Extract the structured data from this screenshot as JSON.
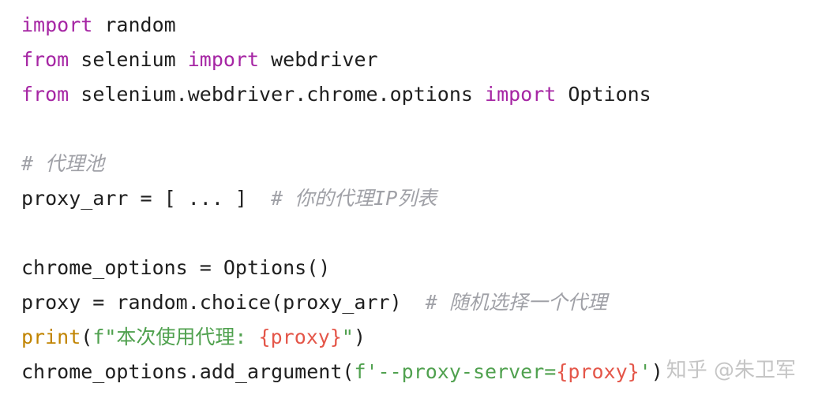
{
  "code": {
    "line1": {
      "kw": "import",
      "rest": " random"
    },
    "line2": {
      "kw1": "from",
      "mid": " selenium ",
      "kw2": "import",
      "rest": " webdriver"
    },
    "line3": {
      "kw1": "from",
      "mid": " selenium.webdriver.chrome.options ",
      "kw2": "import",
      "rest": " Options"
    },
    "line5": {
      "comment": "# 代理池"
    },
    "line6": {
      "code": "proxy_arr = [ ... ]  ",
      "comment": "# 你的代理IP列表"
    },
    "line8": {
      "code": "chrome_options = Options()"
    },
    "line9": {
      "code": "proxy = random.choice(proxy_arr)  ",
      "comment": "# 随机选择一个代理"
    },
    "line10": {
      "fn": "print",
      "open": "(",
      "str_start": "f\"本次使用代理: ",
      "interp": "{proxy}",
      "str_end": "\"",
      "close": ")"
    },
    "line11": {
      "code": "chrome_options.add_argument(",
      "str_start": "f'--proxy-server=",
      "interp": "{proxy}",
      "str_end": "'",
      "close": ")"
    }
  },
  "watermark": {
    "text": "知乎 @朱卫军"
  },
  "colors": {
    "keyword": "#a626a4",
    "function": "#c18401",
    "string": "#50a14f",
    "interpolation": "#e45649",
    "comment": "#a0a1a7",
    "text": "#1f1f1f"
  }
}
